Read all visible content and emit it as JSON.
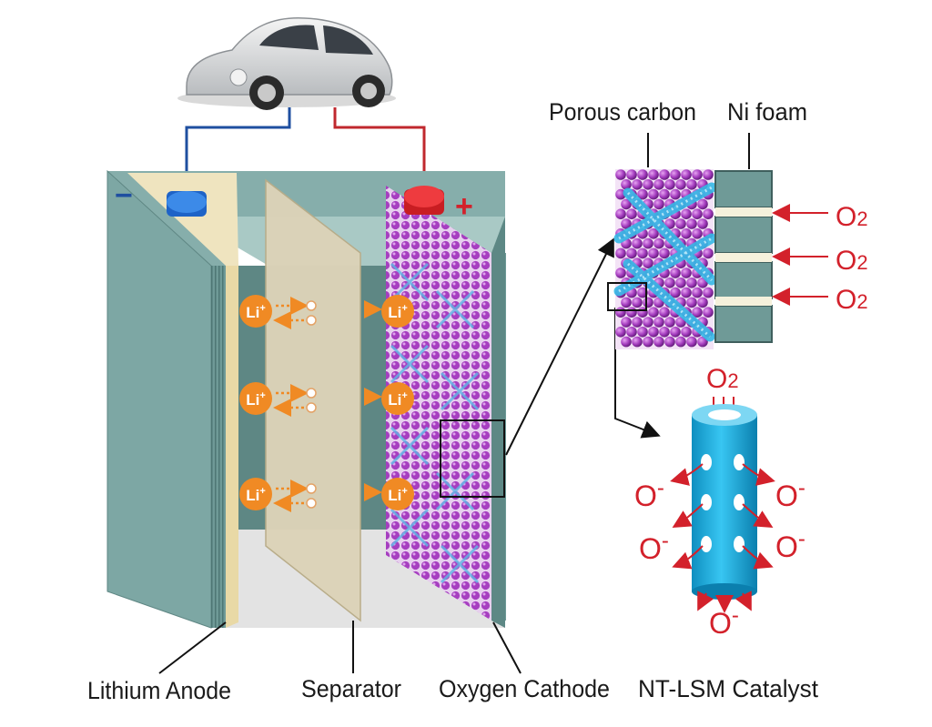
{
  "labels": {
    "porous_carbon": "Porous carbon",
    "ni_foam": "Ni foam",
    "lithium_anode": "Lithium Anode",
    "separator": "Separator",
    "oxygen_cathode": "Oxygen Cathode",
    "catalyst": "NT-LSM Catalyst"
  },
  "ion": {
    "base": "Li",
    "charge": "+"
  },
  "terminals": {
    "negative": "−",
    "positive": "+"
  },
  "oxygen": {
    "o2_base": "O",
    "o2_sub": "2",
    "oxide_base": "O",
    "oxide_charge": "-"
  },
  "colors": {
    "cell_panel": "#7da7a4",
    "anode_strip": "#e9d9a6",
    "separator": "#dcd3b8",
    "carbon": "#a63ec0",
    "catalyst_tube": "#1db4e6",
    "ion": "#f08a24",
    "wire_negative": "#1f4fa0",
    "wire_positive": "#c0282e",
    "oxygen_text": "#d3212b"
  }
}
